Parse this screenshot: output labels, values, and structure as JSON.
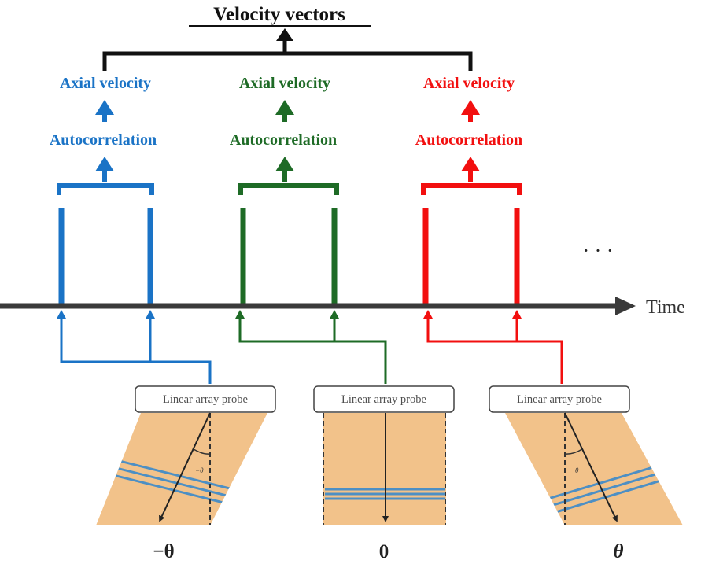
{
  "title": "Velocity vectors",
  "time_label": "Time",
  "ellipsis": "· · ·",
  "colors": {
    "blue": "#1a73c6",
    "green": "#1e6b26",
    "red": "#f20f0f",
    "axis": "#3a3a3a",
    "tissue": "#f2c28a",
    "vessel": "#4d8fc4"
  },
  "groups": [
    {
      "color": "blue",
      "axial_label": "Axial velocity",
      "autocorr_label": "Autocorrelation"
    },
    {
      "color": "green",
      "axial_label": "Axial velocity",
      "autocorr_label": "Autocorrelation"
    },
    {
      "color": "red",
      "axial_label": "Axial velocity",
      "autocorr_label": "Autocorrelation"
    }
  ],
  "probes": [
    {
      "label": "Linear array probe",
      "angle_label": "−θ",
      "inner_angle_label": "−θ",
      "steering": "left"
    },
    {
      "label": "Linear array probe",
      "angle_label": "0",
      "inner_angle_label": "",
      "steering": "none"
    },
    {
      "label": "Linear array probe",
      "angle_label": "θ",
      "inner_angle_label": "θ",
      "steering": "right"
    }
  ]
}
